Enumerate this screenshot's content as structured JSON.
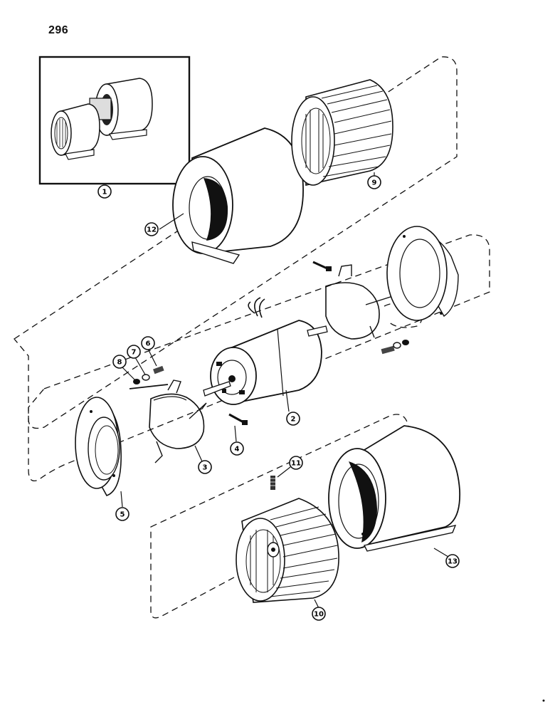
{
  "page": {
    "number": "296"
  },
  "callouts": [
    {
      "label": "1",
      "part": "blower-assembly"
    },
    {
      "label": "2",
      "part": "motor"
    },
    {
      "label": "3",
      "part": "motor-mounting-strap"
    },
    {
      "label": "4",
      "part": "screw"
    },
    {
      "label": "5",
      "part": "mounting-plate"
    },
    {
      "label": "6",
      "part": "screw"
    },
    {
      "label": "7",
      "part": "lock-washer"
    },
    {
      "label": "8",
      "part": "nut"
    },
    {
      "label": "9",
      "part": "blower-wheel"
    },
    {
      "label": "10",
      "part": "blower-wheel"
    },
    {
      "label": "11",
      "part": "set-screw"
    },
    {
      "label": "12",
      "part": "blower-housing"
    },
    {
      "label": "13",
      "part": "blower-housing"
    }
  ]
}
